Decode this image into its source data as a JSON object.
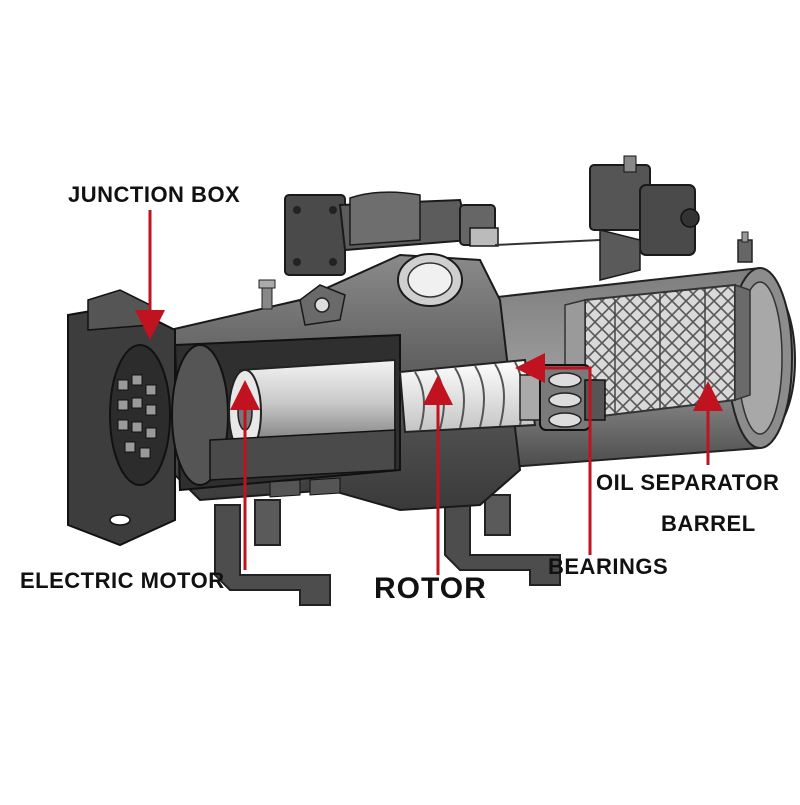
{
  "labels": {
    "junction_box": "JUNCTION BOX",
    "electric_motor": "ELECTRIC MOTOR",
    "rotor": "ROTOR",
    "bearings": "BEARINGS",
    "oil_separator": "OIL SEPARATOR",
    "barrel": "BARREL"
  },
  "colors": {
    "body_dark": "#3a3a3a",
    "body_mid": "#6b6b6b",
    "body_light": "#b8b8b8",
    "highlight": "#e6e6e6",
    "arrow_red": "#c0121f",
    "text": "#111111"
  }
}
